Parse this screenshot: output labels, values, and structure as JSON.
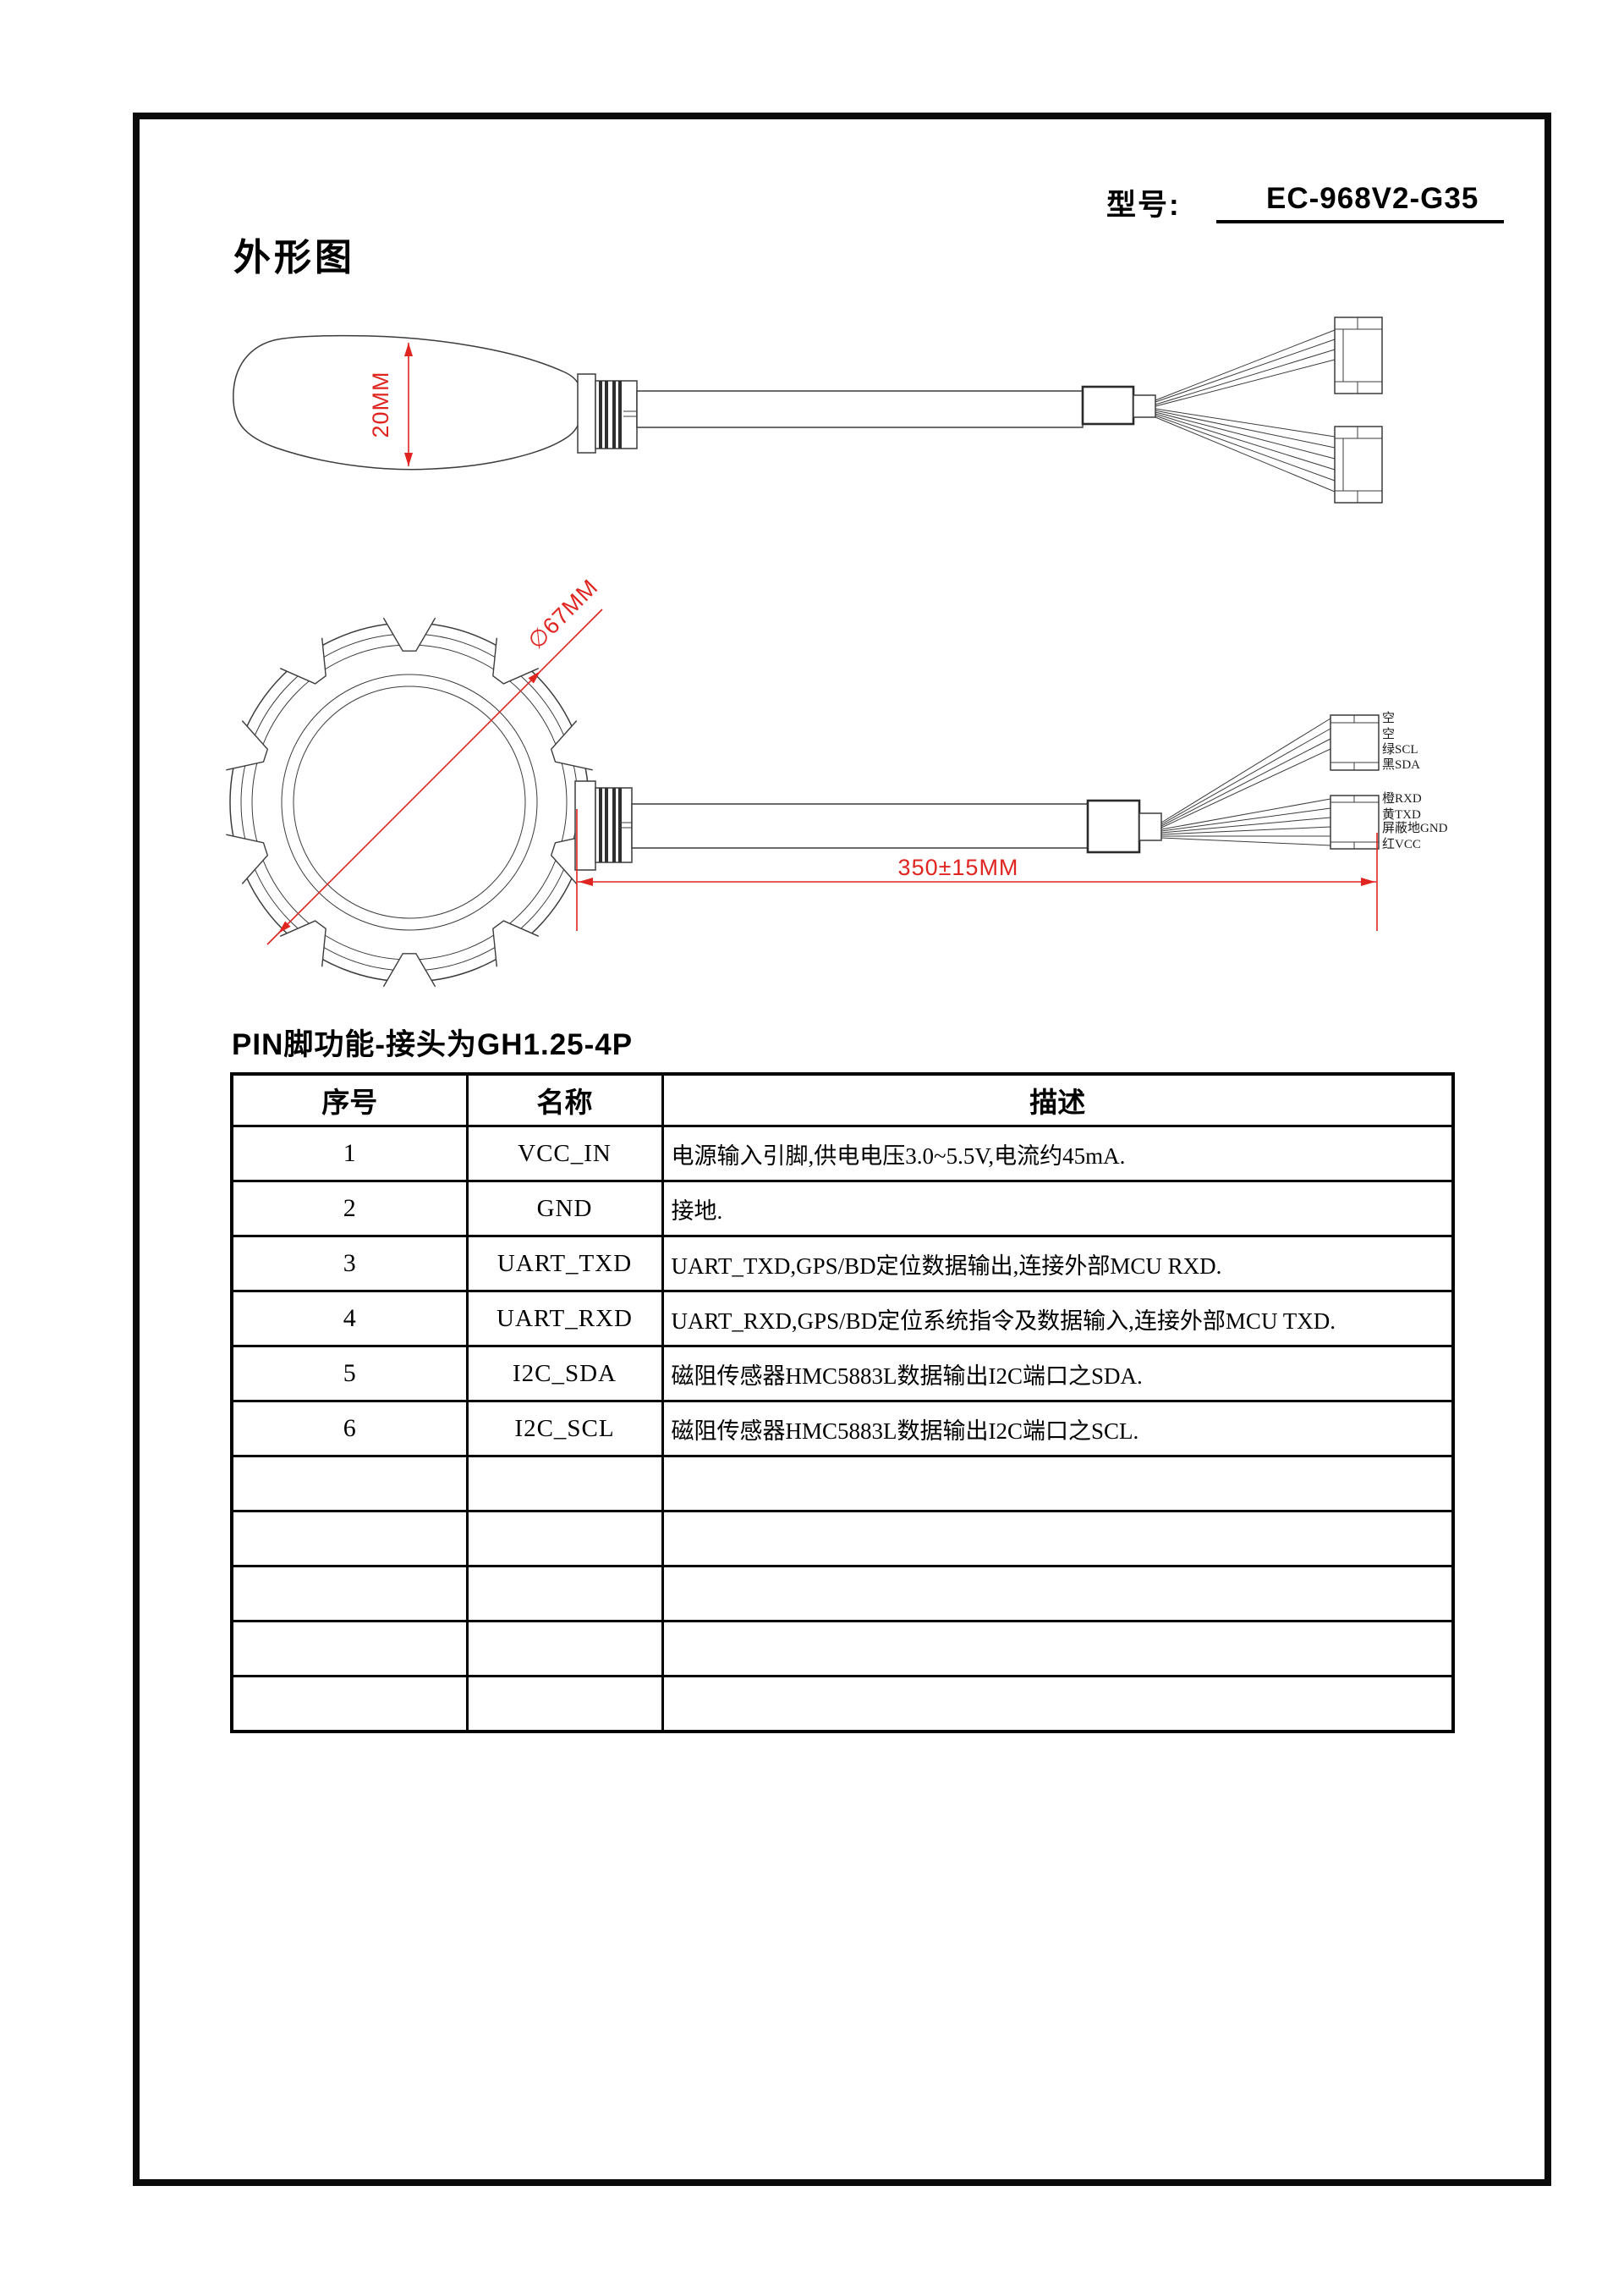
{
  "page": {
    "model_label": "型号:",
    "model_value": "EC-968V2-G35",
    "section_title": "外形图",
    "table_title": "PIN脚功能-接头为GH1.25-4P"
  },
  "colors": {
    "dimension_red": "#e02420",
    "line_black": "#3c3c3c"
  },
  "drawing_side_view": {
    "height_dim": "20MM"
  },
  "drawing_top_view": {
    "diameter_dim": "∅67MM",
    "cable_length_dim": "350±15MM",
    "connector1_pins": [
      "空",
      "空",
      "绿SCL",
      "黑SDA"
    ],
    "connector2_pins": [
      "橙RXD",
      "黄TXD",
      "屏蔽地GND",
      "红VCC"
    ]
  },
  "pin_table": {
    "headers": [
      "序号",
      "名称",
      "描述"
    ],
    "rows": [
      {
        "no": "1",
        "name": "VCC_IN",
        "desc": "电源输入引脚,供电电压3.0~5.5V,电流约45mA."
      },
      {
        "no": "2",
        "name": "GND",
        "desc": "接地."
      },
      {
        "no": "3",
        "name": "UART_TXD",
        "desc": "UART_TXD,GPS/BD定位数据输出,连接外部MCU RXD."
      },
      {
        "no": "4",
        "name": "UART_RXD",
        "desc": "UART_RXD,GPS/BD定位系统指令及数据输入,连接外部MCU TXD."
      },
      {
        "no": "5",
        "name": "I2C_SDA",
        "desc": "磁阻传感器HMC5883L数据输出I2C端口之SDA."
      },
      {
        "no": "6",
        "name": "I2C_SCL",
        "desc": "磁阻传感器HMC5883L数据输出I2C端口之SCL."
      },
      {
        "no": "",
        "name": "",
        "desc": ""
      },
      {
        "no": "",
        "name": "",
        "desc": ""
      },
      {
        "no": "",
        "name": "",
        "desc": ""
      },
      {
        "no": "",
        "name": "",
        "desc": ""
      },
      {
        "no": "",
        "name": "",
        "desc": ""
      }
    ]
  }
}
